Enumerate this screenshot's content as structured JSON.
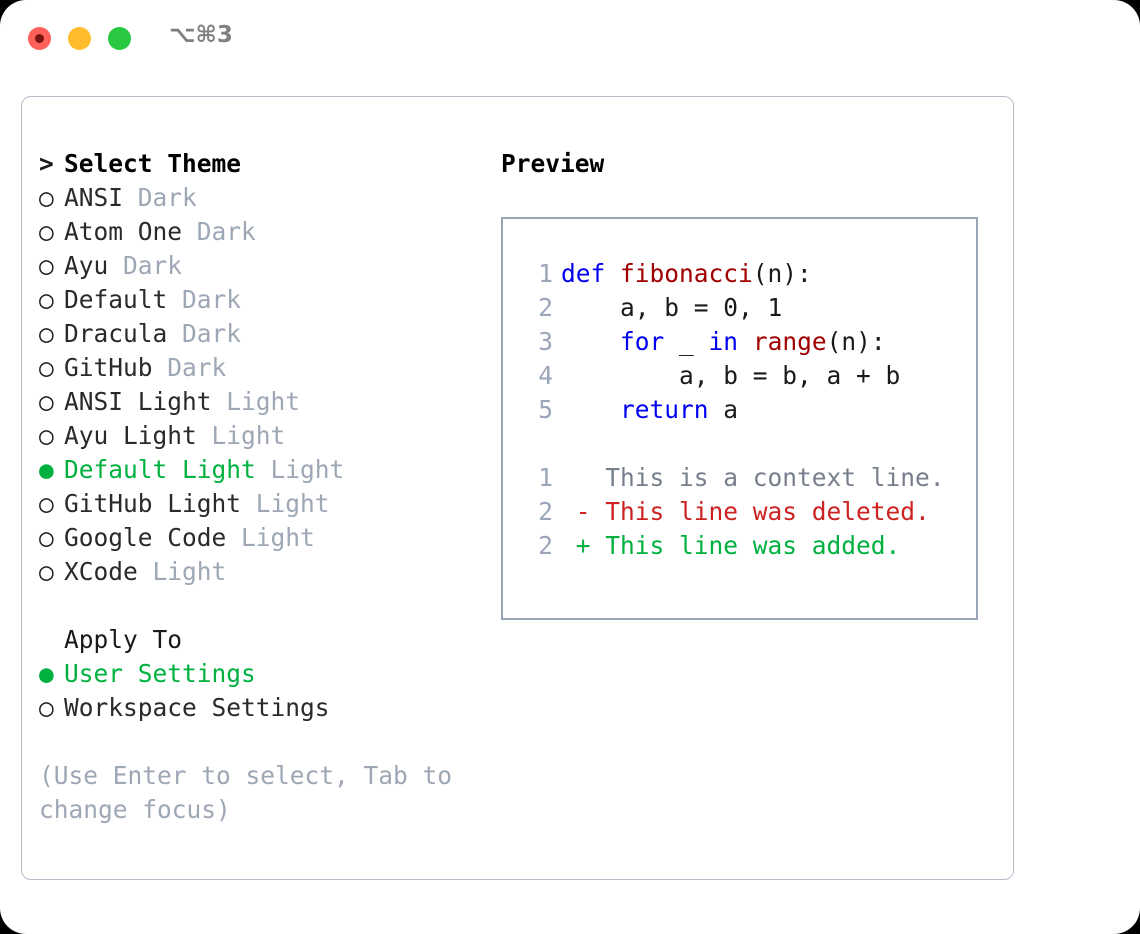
{
  "titlebar": {
    "shortcut": "⌥⌘3",
    "buttons": {
      "close": "close-button",
      "minimize": "minimize-button",
      "maximize": "maximize-button"
    }
  },
  "theme_picker": {
    "heading": "Select Theme",
    "heading_prefix": "> ",
    "selected_marker": "●",
    "unselected_marker": "○",
    "options": [
      {
        "name": "ANSI",
        "tag": "Dark",
        "selected": false
      },
      {
        "name": "Atom One",
        "tag": "Dark",
        "selected": false
      },
      {
        "name": "Ayu",
        "tag": "Dark",
        "selected": false
      },
      {
        "name": "Default",
        "tag": "Dark",
        "selected": false
      },
      {
        "name": "Dracula",
        "tag": "Dark",
        "selected": false
      },
      {
        "name": "GitHub",
        "tag": "Dark",
        "selected": false
      },
      {
        "name": "ANSI Light",
        "tag": "Light",
        "selected": false
      },
      {
        "name": "Ayu Light",
        "tag": "Light",
        "selected": false
      },
      {
        "name": "Default Light",
        "tag": "Light",
        "selected": true
      },
      {
        "name": "GitHub Light",
        "tag": "Light",
        "selected": false
      },
      {
        "name": "Google Code",
        "tag": "Light",
        "selected": false
      },
      {
        "name": "XCode",
        "tag": "Light",
        "selected": false
      }
    ]
  },
  "apply_to": {
    "heading": "Apply To",
    "options": [
      {
        "name": "User Settings",
        "selected": true
      },
      {
        "name": "Workspace Settings",
        "selected": false
      }
    ]
  },
  "hint": "(Use Enter to select, Tab to change focus)",
  "preview": {
    "title": "Preview",
    "code_lines": [
      {
        "no": "1",
        "tokens": [
          {
            "t": "def ",
            "c": "kw"
          },
          {
            "t": "fibonacci",
            "c": "fn"
          },
          {
            "t": "(n):",
            "c": "pl"
          }
        ]
      },
      {
        "no": "2",
        "tokens": [
          {
            "t": "    a, b = 0, 1",
            "c": "pl"
          }
        ]
      },
      {
        "no": "3",
        "tokens": [
          {
            "t": "    ",
            "c": "pl"
          },
          {
            "t": "for",
            "c": "kw"
          },
          {
            "t": " _ ",
            "c": "pl"
          },
          {
            "t": "in",
            "c": "kw"
          },
          {
            "t": " ",
            "c": "pl"
          },
          {
            "t": "range",
            "c": "fn"
          },
          {
            "t": "(n):",
            "c": "pl"
          }
        ]
      },
      {
        "no": "4",
        "tokens": [
          {
            "t": "        a, b = b, a + b",
            "c": "pl"
          }
        ]
      },
      {
        "no": "5",
        "tokens": [
          {
            "t": "    ",
            "c": "pl"
          },
          {
            "t": "return",
            "c": "kw"
          },
          {
            "t": " a",
            "c": "pl"
          }
        ]
      }
    ],
    "diff_lines": [
      {
        "no": "1",
        "tokens": [
          {
            "t": "   This is a context line.",
            "c": "ctx"
          }
        ]
      },
      {
        "no": "2",
        "tokens": [
          {
            "t": " - This line was deleted.",
            "c": "del"
          }
        ]
      },
      {
        "no": "2",
        "tokens": [
          {
            "t": " + This line was added.",
            "c": "add"
          }
        ]
      }
    ]
  },
  "colors": {
    "accent_green": "#00b140",
    "diff_removed": "#cc2222",
    "diff_added": "#00b140",
    "keyword_blue": "#0000ee",
    "function_red": "#a00000",
    "muted_gray": "#9ea7b5",
    "panel_border": "#b7bfcb",
    "preview_border": "#9aa5b8"
  }
}
